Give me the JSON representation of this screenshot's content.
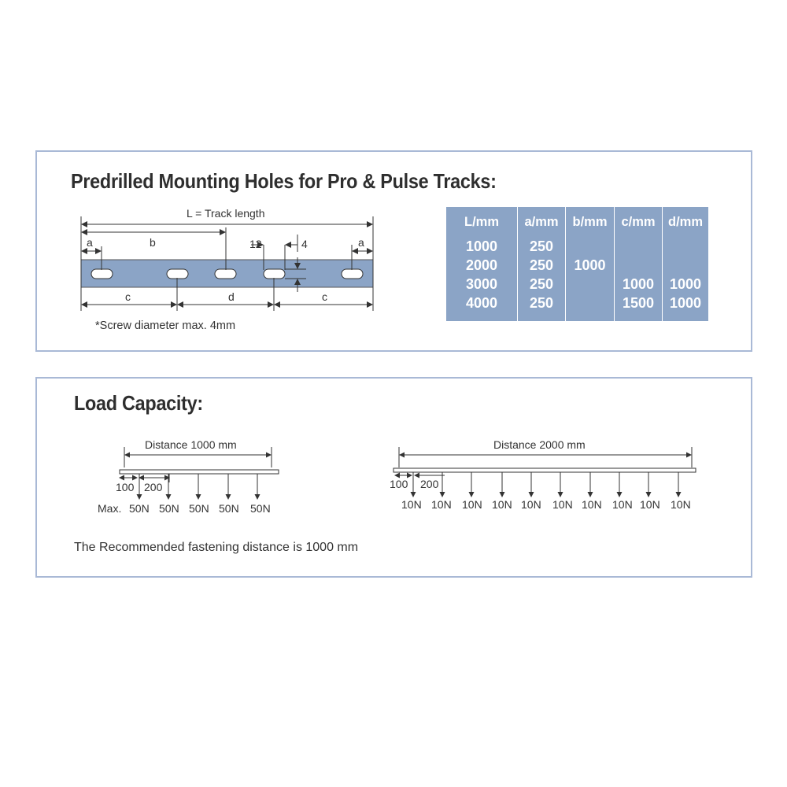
{
  "holes_section": {
    "title": "Predrilled Mounting Holes for Pro & Pulse Tracks:",
    "track_length_label": "L = Track length",
    "dim_a_left": "a",
    "dim_b": "b",
    "dim_12": "12",
    "dim_4": "4",
    "dim_a_right": "a",
    "dim_c_left": "c",
    "dim_d": "d",
    "dim_c_right": "c",
    "screw_note": "*Screw diameter max. 4mm",
    "track_color": "#8ba4c6",
    "table": {
      "headers": [
        "L/mm",
        "a/mm",
        "b/mm",
        "c/mm",
        "d/mm"
      ],
      "rows": [
        [
          "1000",
          "250",
          "",
          "",
          ""
        ],
        [
          "2000",
          "250",
          "1000",
          "",
          ""
        ],
        [
          "3000",
          "250",
          "",
          "1000",
          "1000"
        ],
        [
          "4000",
          "250",
          "",
          "1500",
          "1000"
        ]
      ]
    }
  },
  "load_section": {
    "title": "Load Capacity:",
    "left": {
      "distance_label": "Distance 1000 mm",
      "dist_100": "100",
      "dist_200": "200",
      "max_prefix": "Max.",
      "loads": [
        "50N",
        "50N",
        "50N",
        "50N",
        "50N"
      ]
    },
    "right": {
      "distance_label": "Distance 2000 mm",
      "dist_100": "100",
      "dist_200": "200",
      "loads": [
        "10N",
        "10N",
        "10N",
        "10N",
        "10N",
        "10N",
        "10N",
        "10N",
        "10N",
        "10N"
      ]
    },
    "recommendation": "The Recommended fastening distance is 1000 mm"
  }
}
